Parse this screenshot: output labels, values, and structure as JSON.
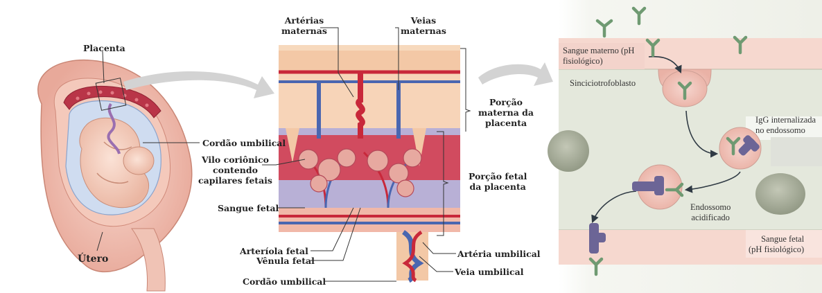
{
  "left_panel": {
    "placenta": "Placenta",
    "cordao_umbilical": "Cordão umbilical",
    "utero": "Útero"
  },
  "middle_panel": {
    "arterias_maternas": "Artérias\nmaternas",
    "veias_maternas": "Veias\nmaternas",
    "porcao_materna": "Porção\nmaterna da\nplacenta",
    "vilo": "Vilo coriônico\ncontendo\ncapilares fetais",
    "porcao_fetal": "Porção fetal\nda placenta",
    "sangue_fetal": "Sangue fetal",
    "arteriola_fetal": "Arteríola fetal",
    "venula_fetal": "Vênula fetal",
    "arteria_umbilical": "Artéria umbilical",
    "cordao_umbilical": "Cordão umbilical",
    "veia_umbilical": "Veia umbilical"
  },
  "right_panel": {
    "sangue_materno": "Sangue materno (pH\nfisiológico)",
    "sinciciotrofoblasto": "Sinciciotrofoblasto",
    "igg_internalizada": "IgG internalizada\nno endossomo",
    "endossomo_acidificado": "Endossomo\nacidificado",
    "sangue_fetal": "Sangue fetal\n(pH fisiológico)"
  },
  "colors": {
    "maternal_blood_band": "#f6d8cf",
    "syncytiotrophoblast": "#e4e8dc",
    "endosome": "#f0c6bd",
    "antibody": "#6f9a72",
    "receptor": "#6c6596",
    "nucleus": "#a7ad9a",
    "artery_red": "#c8283a",
    "vein_blue": "#4a66b0"
  }
}
